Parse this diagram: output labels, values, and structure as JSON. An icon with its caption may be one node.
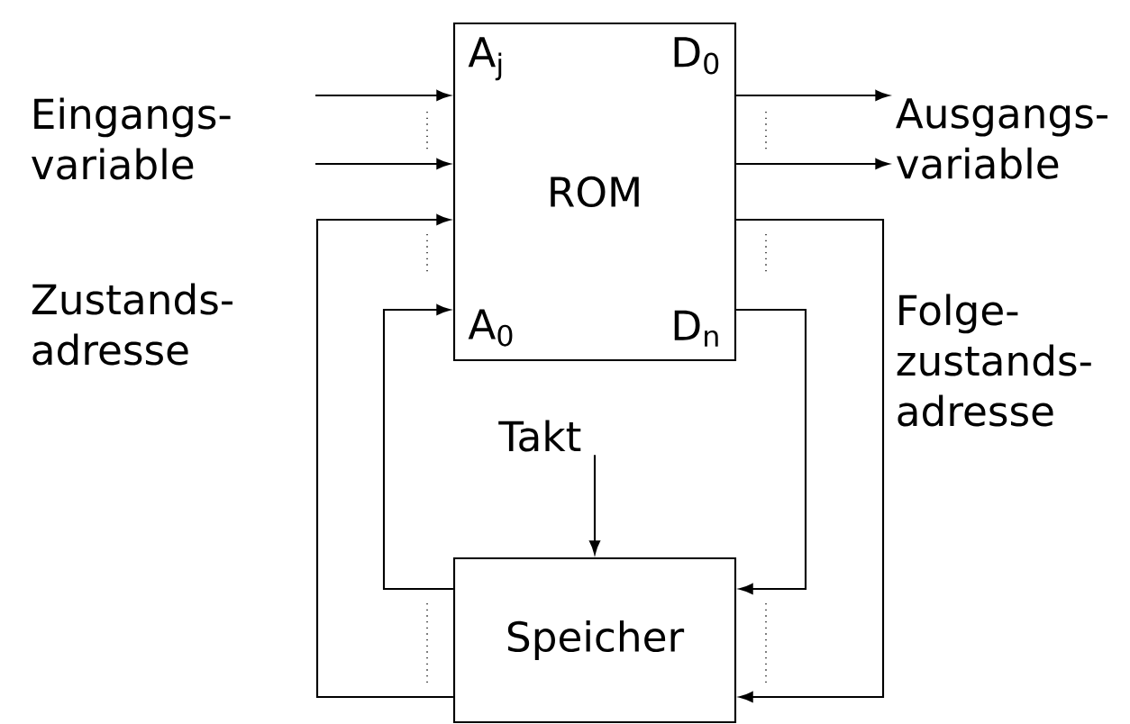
{
  "diagram": {
    "nodes": [
      {
        "text": [
          "Eingangs- variable"
        ]
      },
      {
        "text": [
          "Zustands- adresse"
        ]
      },
      {
        "text": [
          "ROM",
          "A$_{j}$",
          "D$_{0}$",
          "A$_{0}$",
          "D$_{n}$"
        ]
      },
      {
        "text": [
          "Ausgangs- variable"
        ]
      },
      {
        "text": [
          "Folge- zustands- adresse"
        ]
      },
      {
        "text": [
          "Takt"
        ]
      },
      {
        "text": [
          "Speicher"
        ]
      }
    ],
    "edges": [
      {
        "from": null,
        "to": 2,
        "arrow": "to"
      },
      {
        "from": null,
        "to": 2,
        "arrow": "to"
      },
      {
        "from": 2,
        "to": 3,
        "arrow": "to"
      },
      {
        "from": 2,
        "to": 3,
        "arrow": "to"
      },
      {
        "from": 2,
        "to": 6,
        "arrow": "to"
      },
      {
        "from": 2,
        "to": 6,
        "arrow": "to"
      },
      {
        "from": 6,
        "to": 2,
        "arrow": "to"
      },
      {
        "from": 6,
        "to": 2,
        "arrow": "to"
      },
      {
        "from": 5,
        "to": 6,
        "arrow": "to"
      }
    ]
  }
}
